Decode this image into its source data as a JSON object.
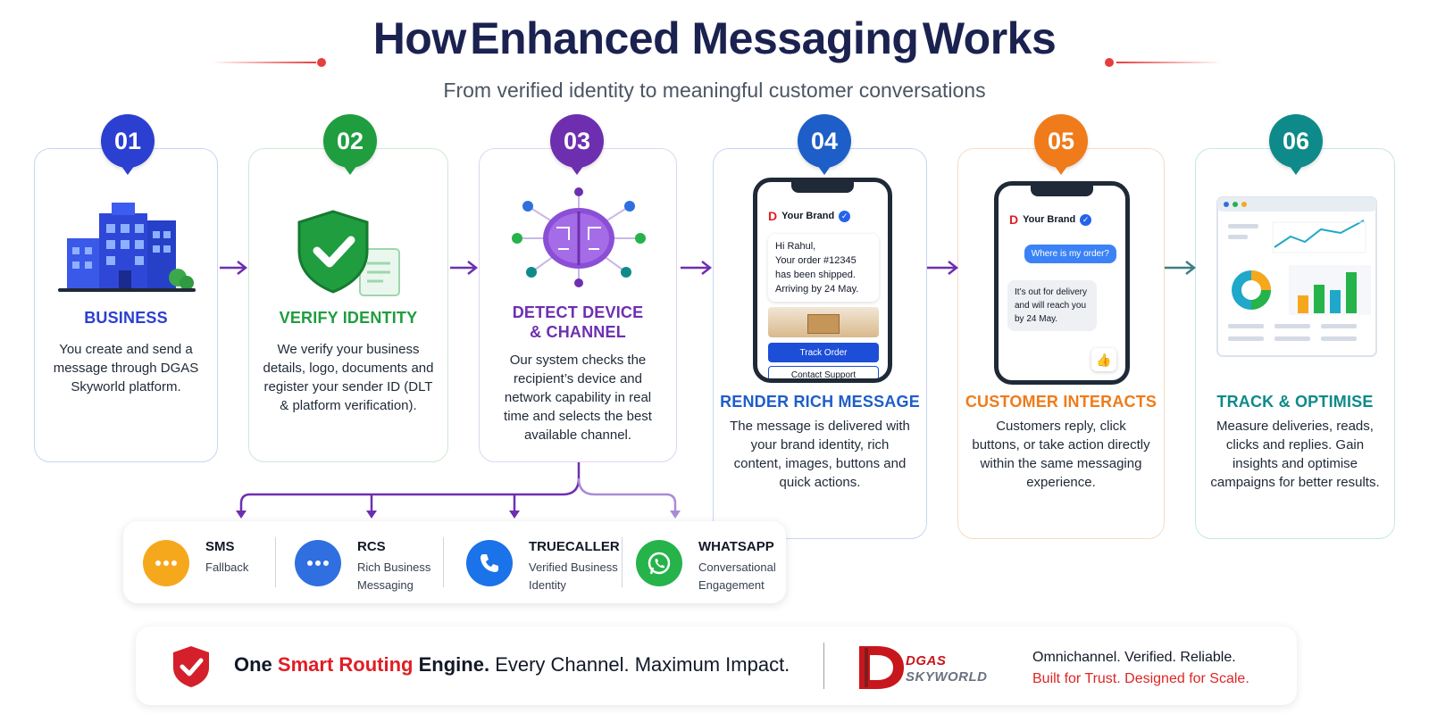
{
  "header": {
    "title_part1": "How",
    "title_highlight": "Enhanced Messaging",
    "title_part2": "Works",
    "subtitle": "From verified identity to meaningful customer conversations"
  },
  "steps": [
    {
      "number": "01",
      "title": "BUSINESS",
      "description": "You create and send a message through DGAS Skyworld platform.",
      "color": "#2b3fd1",
      "icon": "office-building-icon"
    },
    {
      "number": "02",
      "title": "VERIFY IDENTITY",
      "description": "We verify your business details, logo, documents and register your sender ID (DLT & platform verification).",
      "color": "#1f9d3f",
      "icon": "shield-check-icon"
    },
    {
      "number": "03",
      "title_line1": "DETECT DEVICE",
      "title_line2": "& CHANNEL",
      "description": "Our system checks the recipient’s device and network capability in real time and selects the best available channel.",
      "color": "#6d2fb0",
      "icon": "brain-network-icon"
    },
    {
      "number": "04",
      "title": "RENDER RICH MESSAGE",
      "description": "The message is delivered with your brand identity, rich content, images, buttons and quick actions.",
      "color": "#1e5ec8",
      "icon": "phone-rich-message-icon"
    },
    {
      "number": "05",
      "title": "CUSTOMER INTERACTS",
      "description": "Customers reply, click buttons, or take action directly within the same messaging experience.",
      "color": "#ef7b1a",
      "icon": "phone-chat-icon"
    },
    {
      "number": "06",
      "title": "TRACK & OPTIMISE",
      "description": "Measure deliveries, reads, clicks and replies. Gain insights and optimise campaigns for better results.",
      "color": "#0f8a8a",
      "icon": "analytics-dashboard-icon"
    }
  ],
  "phone4": {
    "brand": "Your Brand",
    "message_lines": [
      "Hi Rahul,",
      "Your order #12345",
      "has been shipped.",
      "Arriving by 24 May."
    ],
    "primary_button": "Track Order",
    "secondary_button": "Contact Support"
  },
  "phone5": {
    "brand": "Your Brand",
    "outgoing": "Where is my order?",
    "incoming_lines": [
      "It’s out for delivery",
      "and will reach you",
      "by 24 May."
    ]
  },
  "channels": [
    {
      "name": "SMS",
      "desc_lines": [
        "Fallback"
      ],
      "color": "#f6a81c",
      "icon": "chat-bubble-icon"
    },
    {
      "name": "RCS",
      "desc_lines": [
        "Rich Business",
        "Messaging"
      ],
      "color": "#2f6fe0",
      "icon": "chat-bubble-icon"
    },
    {
      "name": "TRUECALLER",
      "desc_lines": [
        "Verified Business",
        "Identity"
      ],
      "color": "#1a73e8",
      "icon": "phone-handset-icon"
    },
    {
      "name": "WHATSAPP",
      "desc_lines": [
        "Conversational",
        "Engagement"
      ],
      "color": "#25b34a",
      "icon": "whatsapp-icon"
    }
  ],
  "banner": {
    "part1": "One",
    "highlight": "Smart Routing",
    "part2": "Engine.",
    "part3": "Every Channel. Maximum Impact.",
    "logo_line1": "DGAS",
    "logo_line2": "SKYWORLD",
    "tagline1": "Omnichannel. Verified. Reliable.",
    "tagline2": "Built for Trust. Designed for Scale."
  }
}
